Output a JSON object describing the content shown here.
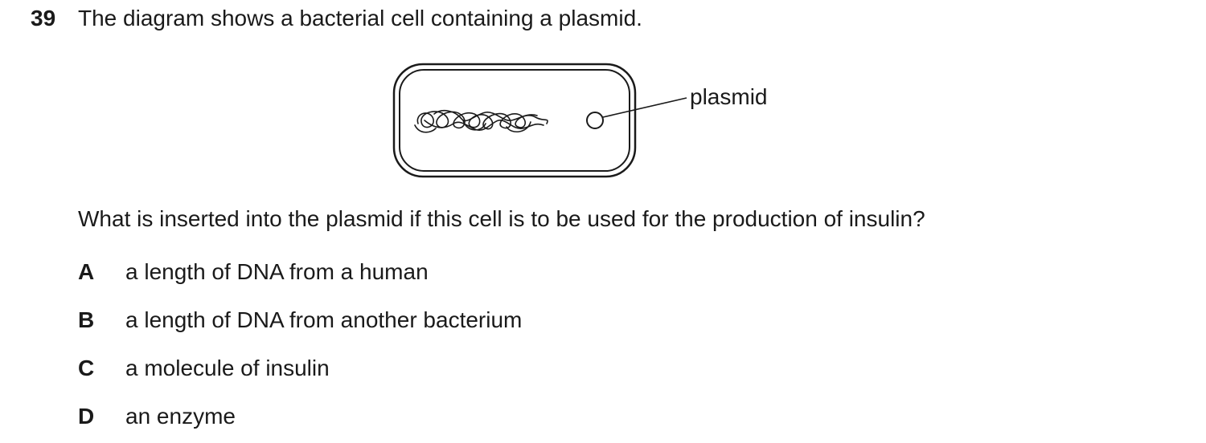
{
  "question": {
    "number": "39",
    "stem": "The diagram shows a bacterial cell containing a plasmid.",
    "prompt": "What is inserted into the plasmid if this cell is to be used for the production of insulin?"
  },
  "diagram": {
    "label": "plasmid"
  },
  "options": [
    {
      "letter": "A",
      "text": "a length of DNA from a human"
    },
    {
      "letter": "B",
      "text": "a length of DNA from another bacterium"
    },
    {
      "letter": "C",
      "text": "a molecule of insulin"
    },
    {
      "letter": "D",
      "text": "an enzyme"
    }
  ]
}
